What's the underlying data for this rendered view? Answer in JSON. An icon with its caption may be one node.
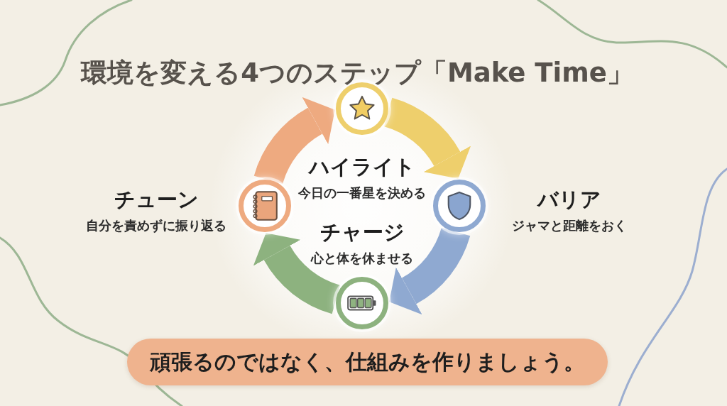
{
  "diagram": {
    "title": "環境を変える4つのステップ「Make Time」",
    "nodes": [
      {
        "text": [],
        "shape": "circle",
        "beside": [
          "ハイライト",
          "今日の一番星を決める"
        ]
      },
      {
        "text": [],
        "shape": "circle",
        "beside": [
          "バリア",
          "ジャマと距離をおく"
        ]
      },
      {
        "text": [],
        "shape": "circle",
        "beside": [
          "チャージ",
          "心と体を休ませる"
        ]
      },
      {
        "text": [],
        "shape": "circle",
        "beside": [
          "チューン",
          "自分を責めずに振り返る"
        ]
      },
      {
        "text": [
          "頑張るのではなく、仕組みを作りましょう。"
        ]
      }
    ],
    "edges": [
      {
        "from": 0,
        "to": 1,
        "arrow": "to",
        "color": "#eecf6c"
      },
      {
        "from": 1,
        "to": 2,
        "arrow": "to",
        "color": "#8fa9d1"
      },
      {
        "from": 2,
        "to": 3,
        "arrow": "to",
        "color": "#8db27f"
      },
      {
        "from": 3,
        "to": 0,
        "arrow": "to",
        "color": "#eeaa80"
      }
    ]
  }
}
